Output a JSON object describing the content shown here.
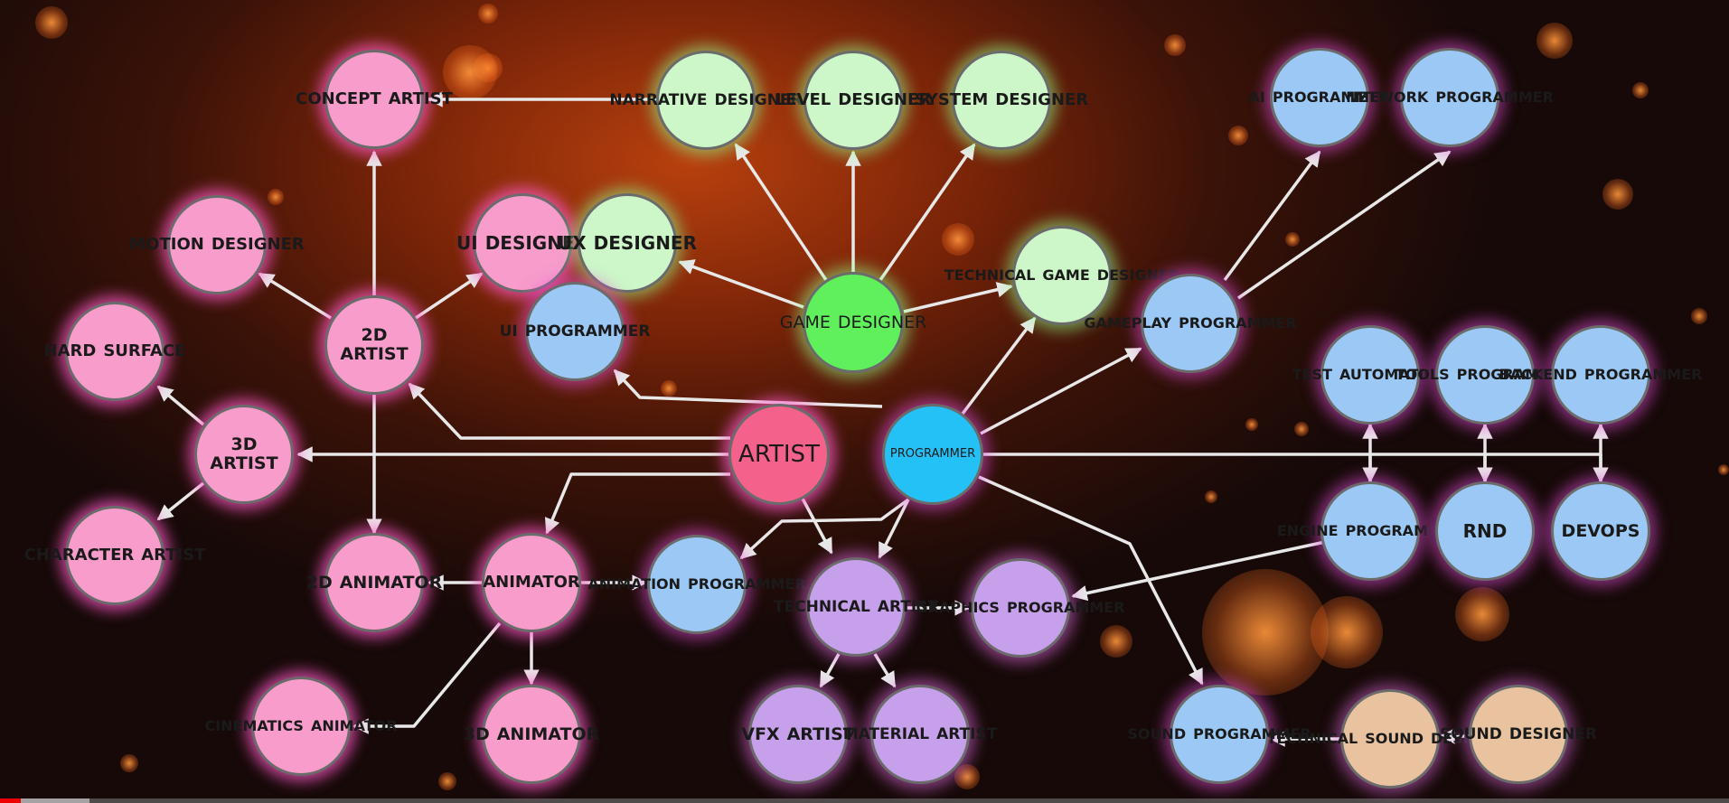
{
  "colors": {
    "artist_pink": "#f79ccb",
    "artist_hub": "#f4628c",
    "designer_green": "#cdf7c8",
    "designer_hub": "#5ff05c",
    "programmer_blue": "#9cc8f5",
    "programmer_hub": "#24c1f7",
    "tech_purple": "#c6a0ea",
    "sound_tan": "#e9c3a0",
    "arrow": "#e8e8e8"
  },
  "nodes": [
    {
      "id": "artist",
      "lines": [
        "ARTIST"
      ],
      "color": "artist_hub",
      "hub": true
    },
    {
      "id": "game-designer",
      "lines": [
        "GAME",
        "DESIGNER"
      ],
      "color": "designer_hub",
      "hub": true
    },
    {
      "id": "programmer",
      "lines": [
        "PROGRAMMER"
      ],
      "color": "programmer_hub",
      "hub": true
    },
    {
      "id": "concept-artist",
      "lines": [
        "Concept",
        "Artist"
      ],
      "color": "artist_pink"
    },
    {
      "id": "motion-designer",
      "lines": [
        "Motion",
        "Designer"
      ],
      "color": "artist_pink"
    },
    {
      "id": "ui-designer",
      "lines": [
        "UI",
        "Designer"
      ],
      "color": "artist_pink"
    },
    {
      "id": "2d-artist",
      "lines": [
        "2D Artist"
      ],
      "color": "artist_pink"
    },
    {
      "id": "hard-surface",
      "lines": [
        "Hard",
        "Surface"
      ],
      "color": "artist_pink"
    },
    {
      "id": "3d-artist",
      "lines": [
        "3D Artist"
      ],
      "color": "artist_pink"
    },
    {
      "id": "character-artist",
      "lines": [
        "Character",
        "Artist"
      ],
      "color": "artist_pink"
    },
    {
      "id": "2d-animator",
      "lines": [
        "2D",
        "Animator"
      ],
      "color": "artist_pink"
    },
    {
      "id": "animator",
      "lines": [
        "Animator"
      ],
      "color": "artist_pink"
    },
    {
      "id": "cinematics-animator",
      "lines": [
        "Cinematics",
        "Animator"
      ],
      "color": "artist_pink"
    },
    {
      "id": "3d-animator",
      "lines": [
        "3D",
        "Animator"
      ],
      "color": "artist_pink"
    },
    {
      "id": "narrative-designer",
      "lines": [
        "Narrative",
        "Designer"
      ],
      "color": "designer_green"
    },
    {
      "id": "level-designer",
      "lines": [
        "Level",
        "Designer"
      ],
      "color": "designer_green"
    },
    {
      "id": "system-designer",
      "lines": [
        "System",
        "Designer"
      ],
      "color": "designer_green"
    },
    {
      "id": "ux-designer",
      "lines": [
        "UX",
        "Designer"
      ],
      "color": "designer_green"
    },
    {
      "id": "technical-game-designer",
      "lines": [
        "Technical",
        "Game",
        "Designer"
      ],
      "color": "designer_green"
    },
    {
      "id": "ui-programmer",
      "lines": [
        "UI",
        "Programmer"
      ],
      "color": "programmer_blue"
    },
    {
      "id": "ai-programmer",
      "lines": [
        "AI",
        "Programmer"
      ],
      "color": "programmer_blue"
    },
    {
      "id": "network-programmer",
      "lines": [
        "Network",
        "Programmer"
      ],
      "color": "programmer_blue"
    },
    {
      "id": "gameplay-programmer",
      "lines": [
        "Gameplay",
        "Programmer"
      ],
      "color": "programmer_blue"
    },
    {
      "id": "test-automation",
      "lines": [
        "Test",
        "Automation"
      ],
      "color": "programmer_blue"
    },
    {
      "id": "tools-programmer",
      "lines": [
        "Tools",
        "Programmer"
      ],
      "color": "programmer_blue"
    },
    {
      "id": "backend-programmer",
      "lines": [
        "Backend",
        "Programmer"
      ],
      "color": "programmer_blue"
    },
    {
      "id": "engine-programmer",
      "lines": [
        "Engine",
        "Programmer"
      ],
      "color": "programmer_blue"
    },
    {
      "id": "rnd",
      "lines": [
        "RnD"
      ],
      "color": "programmer_blue"
    },
    {
      "id": "devops",
      "lines": [
        "DevOps"
      ],
      "color": "programmer_blue"
    },
    {
      "id": "animation-programmer",
      "lines": [
        "Animation",
        "Programmer"
      ],
      "color": "programmer_blue"
    },
    {
      "id": "sound-programmer",
      "lines": [
        "Sound",
        "Programmer"
      ],
      "color": "programmer_blue"
    },
    {
      "id": "technical-artist",
      "lines": [
        "Technical",
        "Artist"
      ],
      "color": "tech_purple"
    },
    {
      "id": "graphics-programmer",
      "lines": [
        "Graphics",
        "Programmer"
      ],
      "color": "tech_purple"
    },
    {
      "id": "vfx-artist",
      "lines": [
        "VFX",
        "Artist"
      ],
      "color": "tech_purple"
    },
    {
      "id": "material-artist",
      "lines": [
        "Material",
        "Artist"
      ],
      "color": "tech_purple"
    },
    {
      "id": "technical-sound-designer",
      "lines": [
        "Technical",
        "Sound",
        "Designer"
      ],
      "color": "sound_tan"
    },
    {
      "id": "sound-designer",
      "lines": [
        "Sound",
        "Designer"
      ],
      "color": "sound_tan"
    }
  ],
  "edges": [
    {
      "from": "narrative-designer",
      "to": "concept-artist"
    },
    {
      "from": "2d-artist",
      "to": "concept-artist"
    },
    {
      "from": "2d-artist",
      "to": "motion-designer"
    },
    {
      "from": "2d-artist",
      "to": "ui-designer"
    },
    {
      "from": "2d-artist",
      "to": "2d-animator"
    },
    {
      "from": "artist",
      "to": "2d-artist"
    },
    {
      "from": "artist",
      "to": "3d-artist"
    },
    {
      "from": "artist",
      "to": "animator"
    },
    {
      "from": "artist",
      "to": "technical-artist"
    },
    {
      "from": "3d-artist",
      "to": "hard-surface"
    },
    {
      "from": "3d-artist",
      "to": "character-artist"
    },
    {
      "from": "animator",
      "to": "2d-animator"
    },
    {
      "from": "animator",
      "to": "3d-animator"
    },
    {
      "from": "animator",
      "to": "cinematics-animator"
    },
    {
      "from": "animator",
      "to": "animation-programmer"
    },
    {
      "from": "game-designer",
      "to": "narrative-designer"
    },
    {
      "from": "game-designer",
      "to": "level-designer"
    },
    {
      "from": "game-designer",
      "to": "system-designer"
    },
    {
      "from": "game-designer",
      "to": "ux-designer"
    },
    {
      "from": "game-designer",
      "to": "technical-game-designer"
    },
    {
      "from": "programmer",
      "to": "ui-programmer"
    },
    {
      "from": "programmer",
      "to": "technical-game-designer"
    },
    {
      "from": "programmer",
      "to": "gameplay-programmer"
    },
    {
      "from": "programmer",
      "to": "animation-programmer"
    },
    {
      "from": "programmer",
      "to": "technical-artist"
    },
    {
      "from": "programmer",
      "to": "sound-programmer"
    },
    {
      "from": "programmer",
      "to": "engine-programmer"
    },
    {
      "from": "programmer",
      "to": "rnd"
    },
    {
      "from": "programmer",
      "to": "devops"
    },
    {
      "from": "gameplay-programmer",
      "to": "ai-programmer"
    },
    {
      "from": "gameplay-programmer",
      "to": "network-programmer"
    },
    {
      "from": "engine-programmer",
      "to": "test-automation",
      "bidirectional": true
    },
    {
      "from": "rnd",
      "to": "tools-programmer",
      "bidirectional": true
    },
    {
      "from": "devops",
      "to": "backend-programmer",
      "bidirectional": true
    },
    {
      "from": "engine-programmer",
      "to": "graphics-programmer"
    },
    {
      "from": "technical-artist",
      "to": "graphics-programmer"
    },
    {
      "from": "technical-artist",
      "to": "vfx-artist"
    },
    {
      "from": "technical-artist",
      "to": "material-artist"
    },
    {
      "from": "technical-sound-designer",
      "to": "sound-programmer"
    },
    {
      "from": "sound-designer",
      "to": "technical-sound-designer"
    }
  ],
  "video_progress": {
    "played_fraction": 0.012,
    "buffered_fraction": 0.052
  }
}
